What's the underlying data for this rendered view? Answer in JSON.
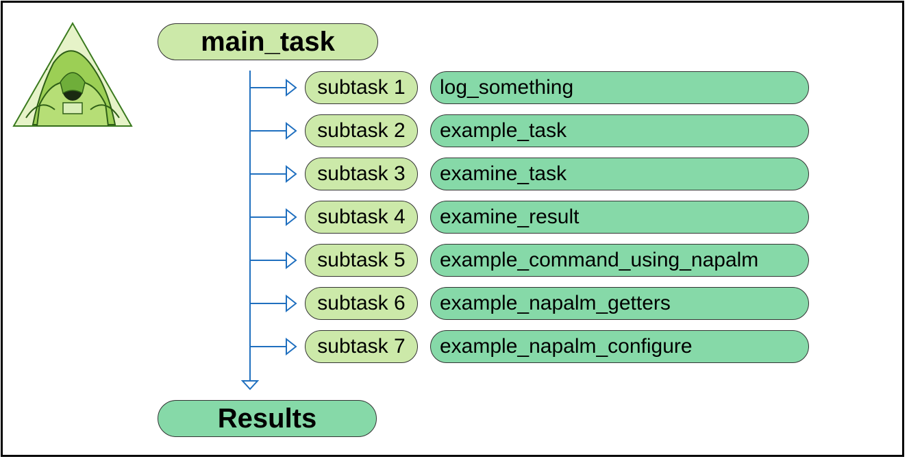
{
  "main_task": "main_task",
  "results": "Results",
  "rows": [
    {
      "subtask": "subtask 1",
      "task": "log_something"
    },
    {
      "subtask": "subtask 2",
      "task": "example_task"
    },
    {
      "subtask": "subtask 3",
      "task": "examine_task"
    },
    {
      "subtask": "subtask 4",
      "task": "examine_result"
    },
    {
      "subtask": "subtask 5",
      "task": "example_command_using_napalm"
    },
    {
      "subtask": "subtask 6",
      "task": "example_napalm_getters"
    },
    {
      "subtask": "subtask 7",
      "task": "example_napalm_configure"
    }
  ],
  "colors": {
    "subtask_fill": "#cce9a9",
    "task_fill": "#86d9a8",
    "connector": "#1f6fbf"
  }
}
